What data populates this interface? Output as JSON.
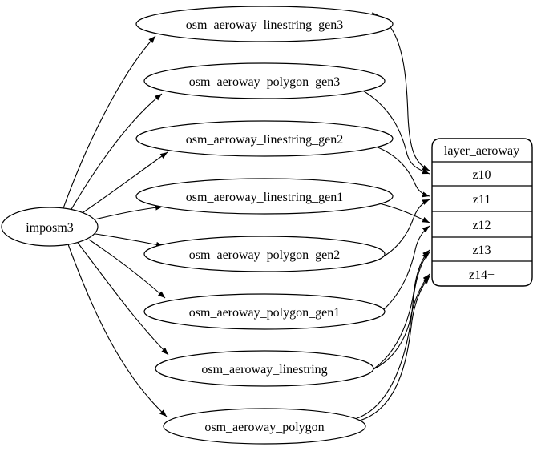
{
  "diagram": {
    "source_node": "imposm3",
    "tables": [
      "osm_aeroway_linestring_gen3",
      "osm_aeroway_polygon_gen3",
      "osm_aeroway_linestring_gen2",
      "osm_aeroway_linestring_gen1",
      "osm_aeroway_polygon_gen2",
      "osm_aeroway_polygon_gen1",
      "osm_aeroway_linestring",
      "osm_aeroway_polygon"
    ],
    "layer": {
      "title": "layer_aeroway",
      "rows": [
        "z10",
        "z11",
        "z12",
        "z13",
        "z14+"
      ]
    },
    "edges": [
      {
        "from": "imposm3",
        "to": "osm_aeroway_linestring_gen3"
      },
      {
        "from": "imposm3",
        "to": "osm_aeroway_polygon_gen3"
      },
      {
        "from": "imposm3",
        "to": "osm_aeroway_linestring_gen2"
      },
      {
        "from": "imposm3",
        "to": "osm_aeroway_linestring_gen1"
      },
      {
        "from": "imposm3",
        "to": "osm_aeroway_polygon_gen2"
      },
      {
        "from": "imposm3",
        "to": "osm_aeroway_polygon_gen1"
      },
      {
        "from": "imposm3",
        "to": "osm_aeroway_linestring"
      },
      {
        "from": "imposm3",
        "to": "osm_aeroway_polygon"
      },
      {
        "from": "osm_aeroway_linestring_gen3",
        "to": "z10"
      },
      {
        "from": "osm_aeroway_polygon_gen3",
        "to": "z10"
      },
      {
        "from": "osm_aeroway_linestring_gen2",
        "to": "z11"
      },
      {
        "from": "osm_aeroway_polygon_gen2",
        "to": "z11"
      },
      {
        "from": "osm_aeroway_linestring_gen1",
        "to": "z12"
      },
      {
        "from": "osm_aeroway_polygon_gen1",
        "to": "z12"
      },
      {
        "from": "osm_aeroway_linestring",
        "to": "z13"
      },
      {
        "from": "osm_aeroway_linestring",
        "to": "z14+"
      },
      {
        "from": "osm_aeroway_polygon",
        "to": "z13"
      },
      {
        "from": "osm_aeroway_polygon",
        "to": "z14+"
      }
    ],
    "colors": {
      "layer_fill": "#ffc0cb",
      "table_fill": "#ffffff",
      "stroke": "#000000"
    }
  }
}
